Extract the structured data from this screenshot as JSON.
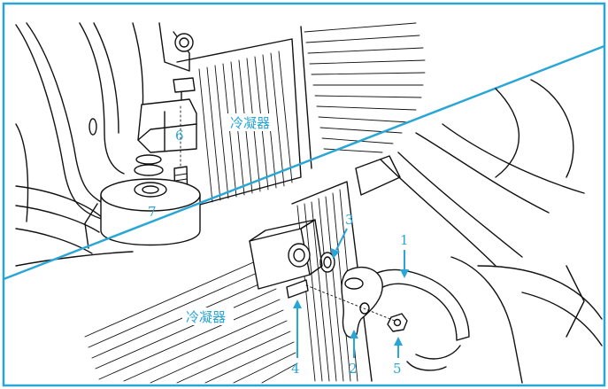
{
  "labels": {
    "condenser_top": "冷凝器",
    "condenser_bottom": "冷凝器",
    "n1": "1",
    "n2": "2",
    "n3": "3",
    "n4": "4",
    "n5": "5",
    "n6": "6",
    "n7": "7"
  },
  "colors": {
    "frame": "#2aa6d6",
    "label": "#2aa6d6",
    "line": "#111111",
    "background": "#ffffff"
  }
}
